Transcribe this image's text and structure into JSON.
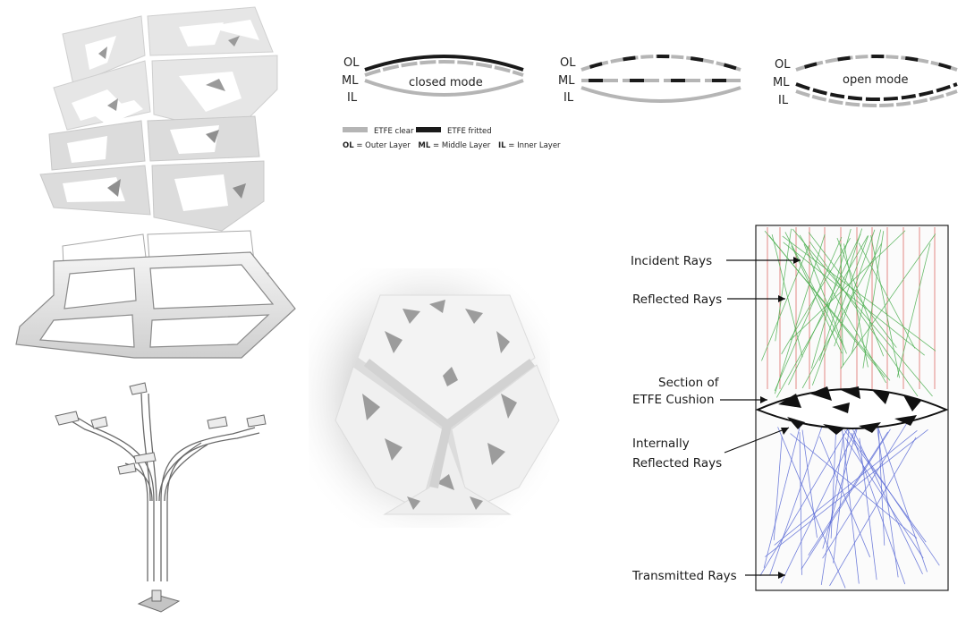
{
  "modes": [
    {
      "layers": [
        "OL",
        "ML",
        "IL"
      ],
      "caption": "closed mode"
    },
    {
      "layers": [
        "OL",
        "ML",
        "IL"
      ],
      "caption": ""
    },
    {
      "layers": [
        "OL",
        "ML",
        "IL"
      ],
      "caption": "open mode"
    }
  ],
  "legend": {
    "clear": "ETFE clear",
    "fritted": "ETFE fritted",
    "abbrev": [
      {
        "key": "OL",
        "text": " = Outer Layer"
      },
      {
        "key": "ML",
        "text": " = Middle Layer"
      },
      {
        "key": "IL",
        "text": " = Inner Layer"
      }
    ]
  },
  "rays": {
    "incident": "Incident Rays",
    "reflected": "Reflected Rays",
    "section_1": "Section of",
    "section_2": "ETFE Cushion",
    "internal_1": "Internally",
    "internal_2": "Reflected Rays",
    "transmitted": "Transmitted Rays"
  },
  "colors": {
    "clear": "#b5b5b5",
    "fritted": "#1a1a1a",
    "incident_ray": "#d9534f",
    "reflected_ray": "#4caf50",
    "transmitted_ray": "#5b6bd6"
  }
}
